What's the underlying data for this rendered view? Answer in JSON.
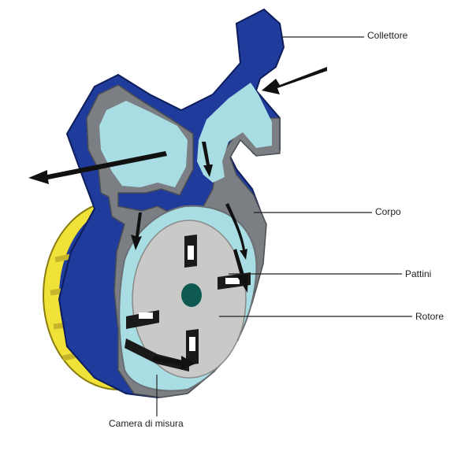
{
  "title_fragment": "",
  "labels": {
    "collettore": "Collettore",
    "corpo": "Corpo",
    "pattini": "Pattini",
    "rotore": "Rotore",
    "camera": "Camera di misura"
  },
  "colors": {
    "body_blue": "#1f3c9c",
    "flow_cyan": "#a8dde4",
    "wall_gray": "#7b7f83",
    "rotor_gray": "#c9c9c7",
    "vane_dark": "#1a1a1a",
    "hub_teal": "#0e5a52",
    "yellow": "#f1e23a",
    "leader_line": "#222222",
    "arrow": "#111111"
  },
  "icons": [
    "inlet-arrow-icon",
    "outlet-arrow-icon",
    "flow-arrow-icon"
  ]
}
